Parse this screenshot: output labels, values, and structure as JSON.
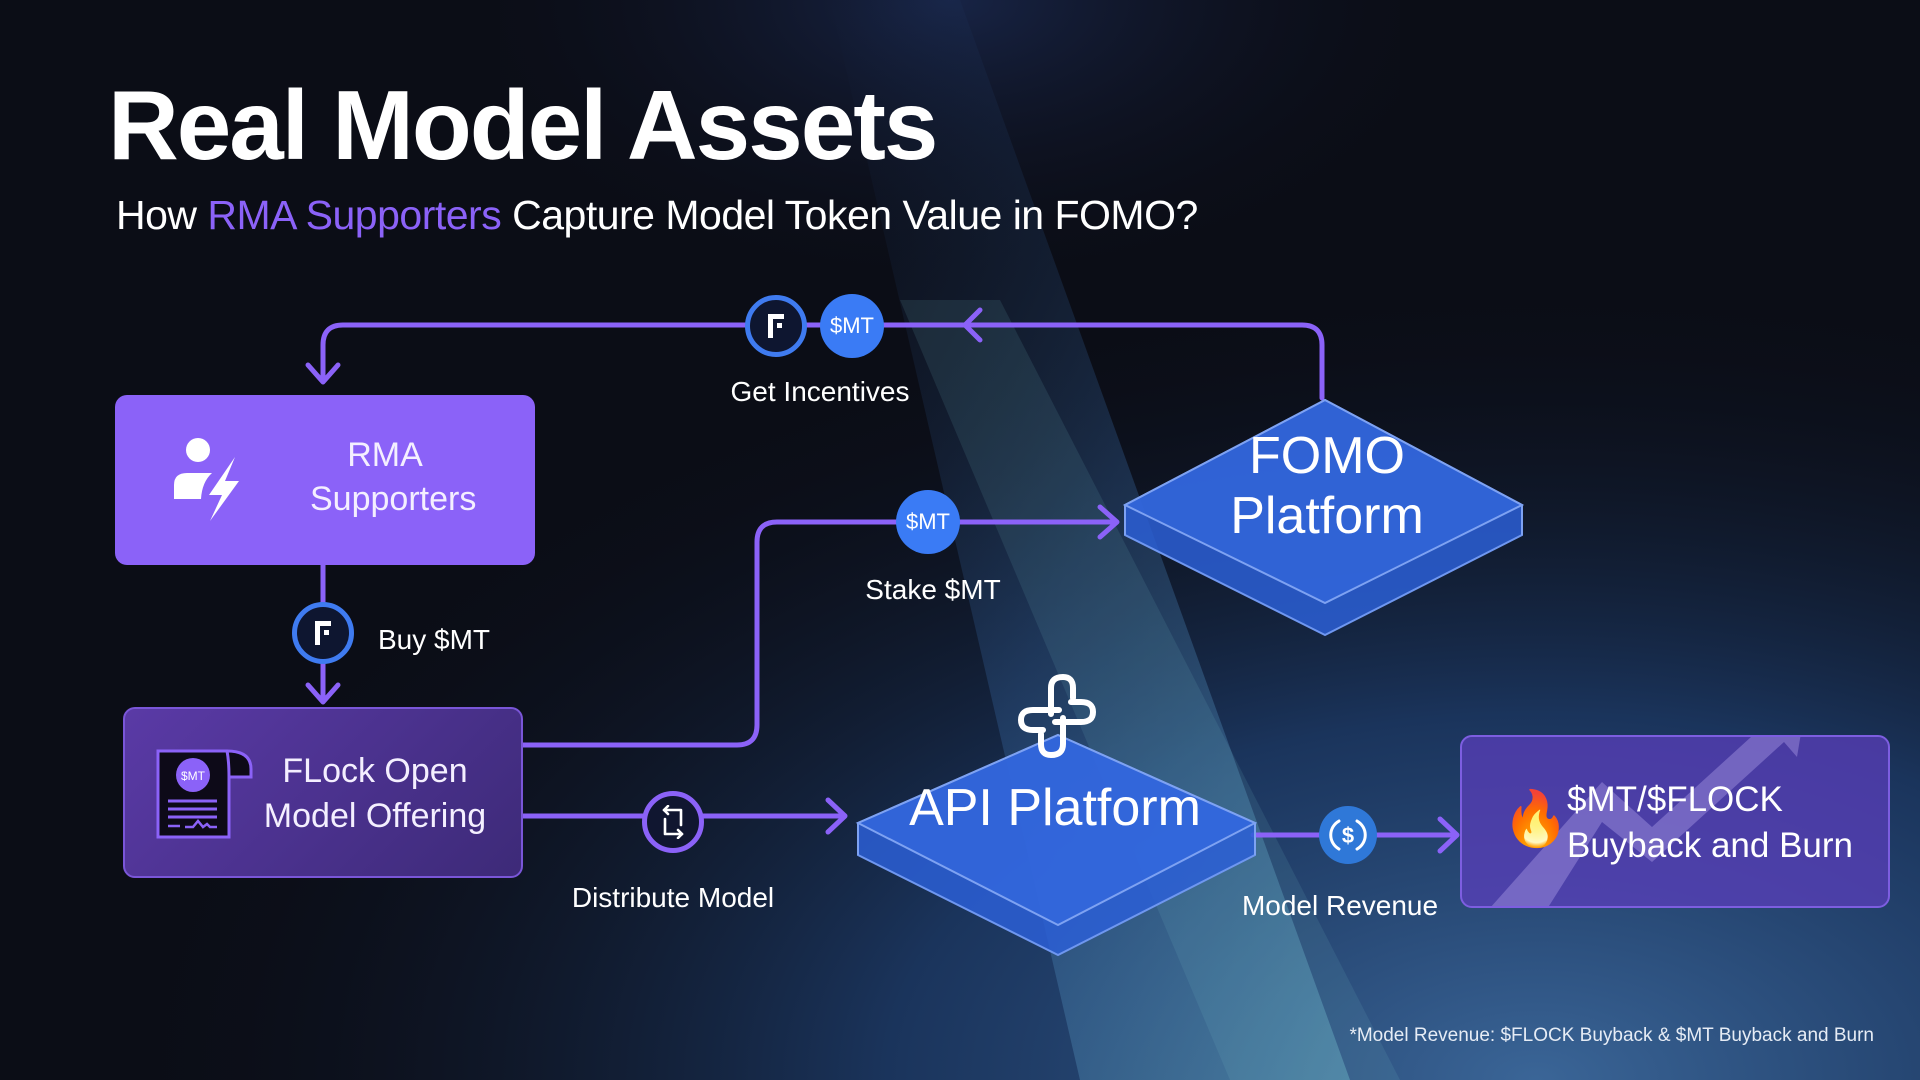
{
  "title": "Real Model Assets",
  "subtitle": {
    "prefix": "How ",
    "accent": "RMA Supporters",
    "suffix": " Capture Model Token Value in FOMO?"
  },
  "colors": {
    "accent_purple": "#8b62f8",
    "line_purple": "#8b62f8",
    "token_blue": "#3a7bf5",
    "platform_blue": "#2f5fd0",
    "background": "#0b0d16"
  },
  "nodes": {
    "rma_supporters": {
      "line1": "RMA",
      "line2": "Supporters",
      "icon": "user-bolt-icon"
    },
    "flock_offering": {
      "line1": "FLock Open",
      "line2": "Model Offering",
      "icon": "document-contract-icon",
      "icon_badge": "$MT"
    },
    "fomo_platform": {
      "line1": "FOMO",
      "line2": "Platform"
    },
    "api_platform": {
      "label": "API Platform",
      "icon": "flock-link-logo-icon"
    },
    "buyback_burn": {
      "line1": "$MT/$FLOCK",
      "line2": "Buyback and Burn",
      "icon": "fire-emoji",
      "emoji": "🔥"
    }
  },
  "edges": {
    "get_incentives": {
      "label": "Get Incentives",
      "tokens": [
        "F",
        "$MT"
      ]
    },
    "buy_mt": {
      "label": "Buy $MT",
      "token": "F"
    },
    "stake_mt": {
      "label": "Stake $MT",
      "token": "$MT"
    },
    "distribute_model": {
      "label": "Distribute Model",
      "icon": "swap-icon"
    },
    "model_revenue": {
      "label": "Model Revenue",
      "icon": "usd-coin-icon"
    }
  },
  "footnote": "*Model Revenue: $FLOCK Buyback & $MT Buyback and Burn"
}
